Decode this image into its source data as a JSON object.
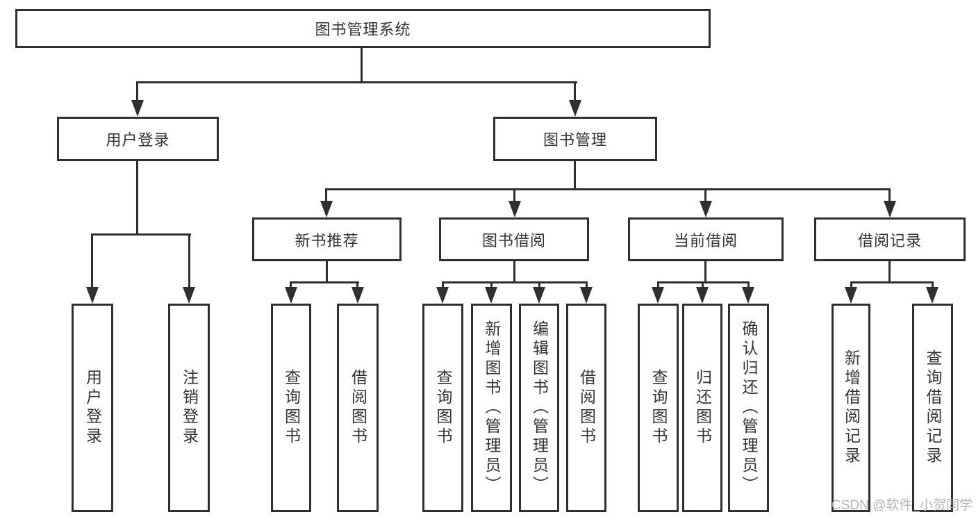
{
  "tree": {
    "root_label": "图书管理系统",
    "branches": [
      {
        "label": "用户登录",
        "children": [
          {
            "label": "用户登录"
          },
          {
            "label": "注销登录"
          }
        ]
      },
      {
        "label": "图书管理",
        "children": [
          {
            "label": "新书推荐",
            "children": [
              {
                "label": "查询图书"
              },
              {
                "label": "借阅图书"
              }
            ]
          },
          {
            "label": "图书借阅",
            "children": [
              {
                "label": "查询图书"
              },
              {
                "label": "新增图书（管理员）"
              },
              {
                "label": "编辑图书（管理员）"
              },
              {
                "label": "借阅图书"
              }
            ]
          },
          {
            "label": "当前借阅",
            "children": [
              {
                "label": "查询图书"
              },
              {
                "label": "归还图书"
              },
              {
                "label": "确认归还（管理员）"
              }
            ]
          },
          {
            "label": "借阅记录",
            "children": [
              {
                "label": "新增借阅记录"
              },
              {
                "label": "查询借阅记录"
              }
            ]
          }
        ]
      }
    ]
  },
  "watermark": {
    "text": "CSDN @软件_小贺同学"
  },
  "colors": {
    "line": "#2f2f2f",
    "text": "#333333",
    "watermark": "#b4b4b4",
    "background": "#ffffff"
  }
}
